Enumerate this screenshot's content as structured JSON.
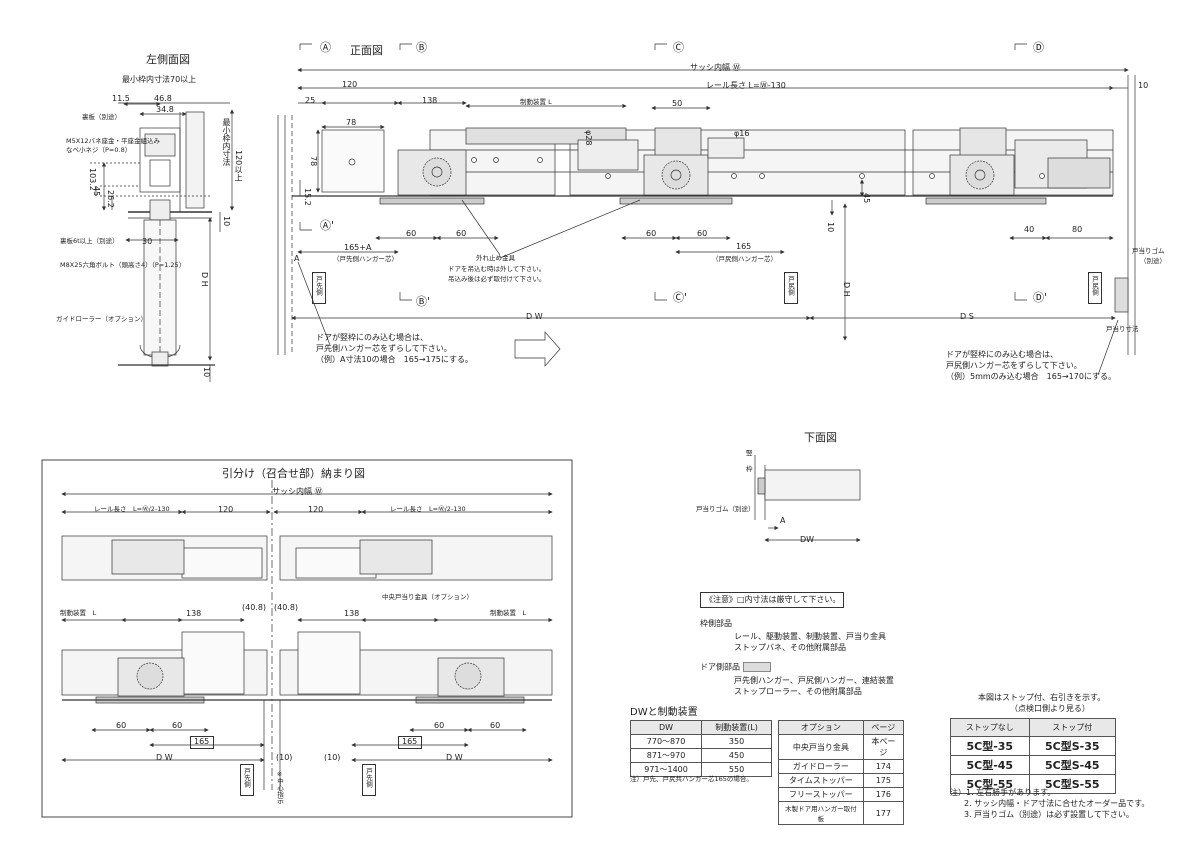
{
  "side_view": {
    "title": "左側面図",
    "min_inner_w": "最小枠内寸法70以上",
    "d_11_5": "11.5",
    "d_46_8": "46.8",
    "d_34_8": "34.8",
    "backplate": "裏板（別途）",
    "screw_note": [
      "M5X12バネ座金・平座金組込み",
      "なべ小ネジ（P=0.8）"
    ],
    "d_103_2": "103.2",
    "d_45": "45",
    "d_26_2": "26.2",
    "d_30": "30",
    "min_inner_h": "最小枠内寸法",
    "min_inner_h2": "120以上",
    "d_10a": "10",
    "backplate2": "裏板6t以上（別途）",
    "bolt": "M8X25六角ボルト（頭高さ4）（P=1.25）",
    "dh": "D H",
    "guide_roller": "ガイドローラー（オプション）",
    "d_10b": "10"
  },
  "front_view": {
    "title": "正面図",
    "mark_a": "Ⓐ",
    "mark_b": "Ⓑ",
    "mark_c": "Ⓒ",
    "mark_d": "Ⓓ",
    "mark_a2": "Ⓐ'",
    "mark_b2": "Ⓑ'",
    "mark_c2": "Ⓒ'",
    "mark_d2": "Ⓓ'",
    "sash_w": "サッシ内幅 Ⓦ",
    "rail_len": "レール長さ L=Ⓦ-130",
    "d_10": "10",
    "d_25": "25",
    "d_120": "120",
    "d_138": "138",
    "brake": "制動装置 L",
    "d_50": "50",
    "d_78a": "78",
    "d_78b": "78",
    "d_phi28": "φ28",
    "d_phi16": "φ16",
    "d_15_2": "15.2",
    "d_45": "45",
    "d_165a": "165+A",
    "hanger_front": "（戸先側ハンガー芯）",
    "d_60a": "60",
    "d_60b": "60",
    "d_60c": "60",
    "d_60d": "60",
    "stopper_title": "外れ止め金具",
    "stopper_note1": "ドアを吊込む時は外して下さい。",
    "stopper_note2": "吊込み後は必ず取付けて下さい。",
    "d_165b": "165",
    "hanger_rear": "（戸尻側ハンガー芯）",
    "d_40": "40",
    "d_80": "80",
    "d_10b": "10",
    "dh": "D H",
    "rubber": "戸当りゴム",
    "rubber2": "（別途）",
    "tosaki": "戸先側",
    "tojiri1": "戸尻側",
    "tojiri2": "戸尻側",
    "mark_A": "A",
    "dw": "D W",
    "ds": "D S",
    "stop_dim": "戸当り寸法",
    "note_left": [
      "ドアが竪枠にのみ込む場合は、",
      "戸先側ハンガー芯をずらして下さい。",
      "（例）A寸法10の場合　165→175にする。"
    ],
    "note_right": [
      "ドアが竪枠にのみ込む場合は、",
      "戸尻側ハンガー芯をずらして下さい。",
      "（例）5mmのみ込む場合　165→170にする。"
    ]
  },
  "bottom_view": {
    "title": "下面図",
    "frame": "竪",
    "frame2": "枠",
    "rubber": "戸当りゴム（別途）",
    "a": "A",
    "dw": "DW"
  },
  "split_view": {
    "title": "引分け（召合せ部）納まり図",
    "sash_w": "サッシ内幅 Ⓦ",
    "rail_l": "レール長さ　L=Ⓦ/2-130",
    "rail_r": "レール長さ　L=Ⓦ/2-130",
    "d_120a": "120",
    "d_120b": "120",
    "center_stop": "中央戸当り金具（オプション）",
    "brake_l": "制動装置　L",
    "brake_r": "制動装置　L",
    "d_138a": "138",
    "d_138b": "138",
    "d_40_8a": "(40.8)",
    "d_40_8b": "(40.8)",
    "d_60a": "60",
    "d_60b": "60",
    "d_60c": "60",
    "d_60d": "60",
    "d_165a": "165",
    "d_165b": "165",
    "dw_l": "D W",
    "dw_r": "D W",
    "d_10a": "(10)",
    "d_10b": "(10)",
    "tosaki_l": "戸先側",
    "tosaki_r": "戸先側",
    "center": "※中心指示"
  },
  "notes": {
    "caution": "《注意》□内寸法は厳守して下さい。",
    "frame_parts_title": "枠側部品",
    "frame_parts": [
      "レール、駆動装置、制動装置、戸当り金具",
      "ストップバネ、その他附属部品"
    ],
    "door_parts_title": "ドア側部品",
    "door_parts": [
      "戸先側ハンガー、戸尻側ハンガー、連結装置",
      "ストップローラー、その他附属部品"
    ]
  },
  "dw_table": {
    "title": "DWと制動装置",
    "headers": [
      "DW",
      "制動装置(L)"
    ],
    "rows": [
      [
        "770～870",
        "350"
      ],
      [
        "871～970",
        "450"
      ],
      [
        "971～1400",
        "550"
      ]
    ],
    "note": "注）戸先、戸尻共ハンガー芯165の場合。"
  },
  "option_table": {
    "headers": [
      "オプション",
      "ページ"
    ],
    "rows": [
      [
        "中央戸当り金具",
        "本ページ"
      ],
      [
        "ガイドローラー",
        "174"
      ],
      [
        "タイムストッパー",
        "175"
      ],
      [
        "フリーストッパー",
        "176"
      ],
      [
        "木製ドア用ハンガー取付板",
        "177"
      ]
    ]
  },
  "model_table": {
    "caption1": "本図はストップ付、右引きを示す。",
    "caption2": "（点検口側より見る）",
    "headers": [
      "ストップなし",
      "ストップ付"
    ],
    "rows": [
      [
        "5C型-35",
        "5C型S-35"
      ],
      [
        "5C型-45",
        "5C型S-45"
      ],
      [
        "5C型-55",
        "5C型S-55"
      ]
    ],
    "notes": [
      "注）1. 左右勝手があります。",
      "2. サッシ内幅・ドア寸法に合せたオーダー品です。",
      "3. 戸当りゴム（別途）は必ず設置して下さい。"
    ]
  }
}
